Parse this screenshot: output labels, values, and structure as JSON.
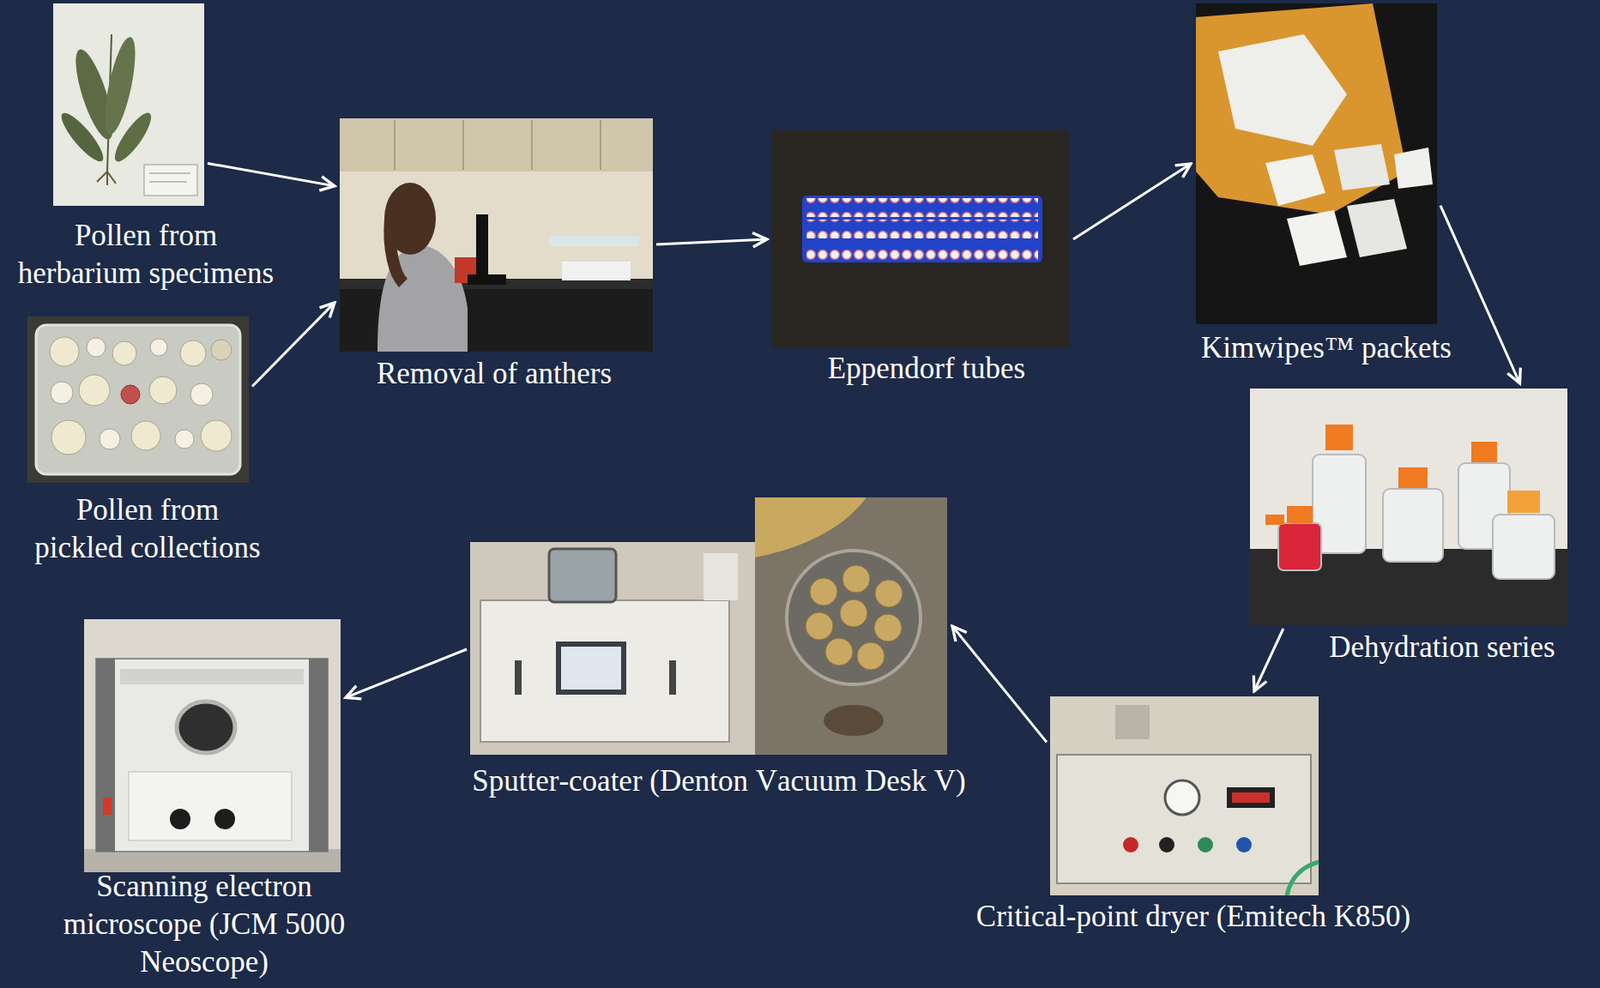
{
  "diagram": {
    "nodes": [
      {
        "text": [
          "Pollen from herbarium specimens"
        ]
      },
      {
        "text": [
          "Pollen from pickled collections"
        ]
      },
      {
        "text": [
          "Removal of anthers"
        ]
      },
      {
        "text": [
          "Eppendorf tubes"
        ]
      },
      {
        "text": [
          "Kimwipes™ packets"
        ]
      },
      {
        "text": [
          "Dehydration series"
        ]
      },
      {
        "text": [
          "Critical-point dryer (Emitech K850)"
        ]
      },
      {
        "text": [
          "Sputter-coater (Denton Vacuum Desk V)"
        ]
      },
      {
        "text": [
          "Scanning electron microscope (JCM 5000 Neoscope)"
        ]
      }
    ],
    "edges": [
      {
        "from": 0,
        "to": 2,
        "arrow": "to"
      },
      {
        "from": 1,
        "to": 2,
        "arrow": "to"
      },
      {
        "from": 2,
        "to": 3,
        "arrow": "to"
      },
      {
        "from": 3,
        "to": 4,
        "arrow": "to"
      },
      {
        "from": 4,
        "to": 5,
        "arrow": "to"
      },
      {
        "from": 5,
        "to": 6,
        "arrow": "to"
      },
      {
        "from": 6,
        "to": 7,
        "arrow": "to"
      },
      {
        "from": 7,
        "to": 8,
        "arrow": "to"
      }
    ]
  }
}
